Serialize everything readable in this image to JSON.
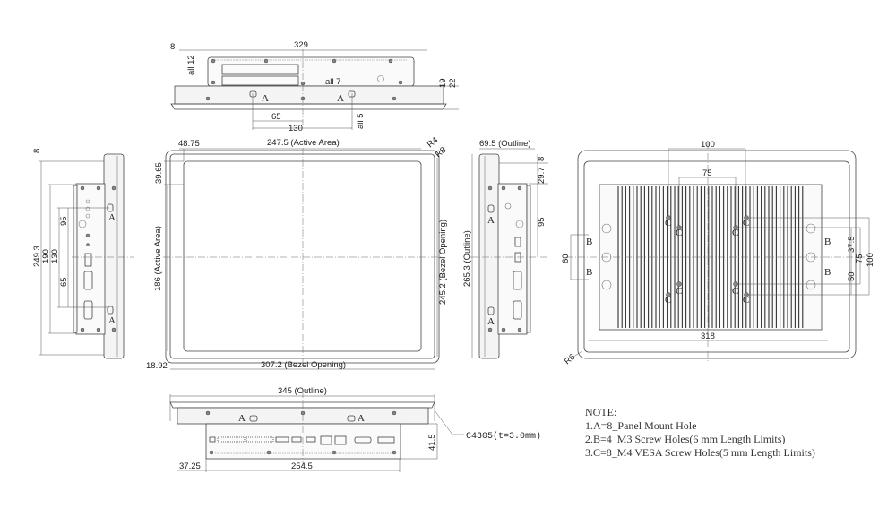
{
  "top_view": {
    "dims": [
      "8",
      "329",
      "all 12",
      "all 7",
      "19",
      "22",
      "65",
      "130",
      "all 5"
    ],
    "hole_labels": [
      "A",
      "A"
    ]
  },
  "front_view": {
    "dims": [
      "48.75",
      "247.5 (Active Area)",
      "R4",
      "R8",
      "39.65",
      "186 (Active Area)",
      "245.2 (Bezel Opening)",
      "18.92",
      "307.2 (Bezel Opening)"
    ]
  },
  "left_view": {
    "dims": [
      "8",
      "249.3",
      "190",
      "130",
      "95",
      "65"
    ],
    "hole_labels": [
      "A",
      "A"
    ]
  },
  "right_view": {
    "dims": [
      "69.5 (Outline)",
      "8",
      "29.7",
      "95",
      "265.3 (Outline)"
    ],
    "hole_labels": [
      "A",
      "A"
    ]
  },
  "back_view": {
    "dims": [
      "100",
      "75",
      "60",
      "37.5",
      "75",
      "100",
      "50",
      "318",
      "R6"
    ],
    "b_labels": [
      "B",
      "B",
      "B",
      "B"
    ],
    "c_labels": [
      "C",
      "C",
      "C",
      "C",
      "C",
      "C",
      "C",
      "C"
    ]
  },
  "bottom_view": {
    "dims": [
      "345 (Outline)",
      "41.5",
      "37.25",
      "254.5"
    ],
    "hole_labels": [
      "A",
      "A"
    ],
    "callout": "C4305(t=3.0mm)"
  },
  "notes": {
    "title": "NOTE:",
    "items": [
      "1.A=8_Panel Mount Hole",
      "2.B=4_M3 Screw Holes(6 mm Length Limits)",
      "3.C=8_M4 VESA Screw Holes(5 mm Length Limits)"
    ]
  }
}
